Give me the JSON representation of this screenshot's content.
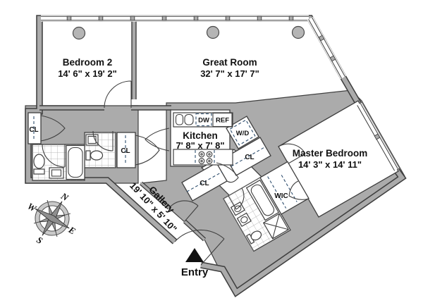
{
  "plan": {
    "rooms": {
      "bedroom2": {
        "name": "Bedroom 2",
        "dims": "14' 6\" x 19' 2\""
      },
      "great_room": {
        "name": "Great Room",
        "dims": "32' 7\" x 17' 7\""
      },
      "kitchen": {
        "name": "Kitchen",
        "dims": "7' 8\" x 7' 8\""
      },
      "master_bedroom": {
        "name": "Master Bedroom",
        "dims": "14' 3\" x 14' 11\""
      },
      "gallery": {
        "name": "Gallery",
        "dims": "19' 10\" x 5' 10\""
      }
    },
    "closets": {
      "cl": "CL",
      "wic": "WIC"
    },
    "appliances": {
      "washer_dryer": "W/D",
      "dishwasher": "DW",
      "refrigerator": "REF"
    },
    "entry_label": "Entry",
    "compass": {
      "n": "N",
      "e": "E",
      "s": "S",
      "w": "W"
    },
    "colors": {
      "wall_fill": "#ababab",
      "wall_line": "#3f3f3f",
      "column_fill": "#b5b5b5"
    }
  }
}
